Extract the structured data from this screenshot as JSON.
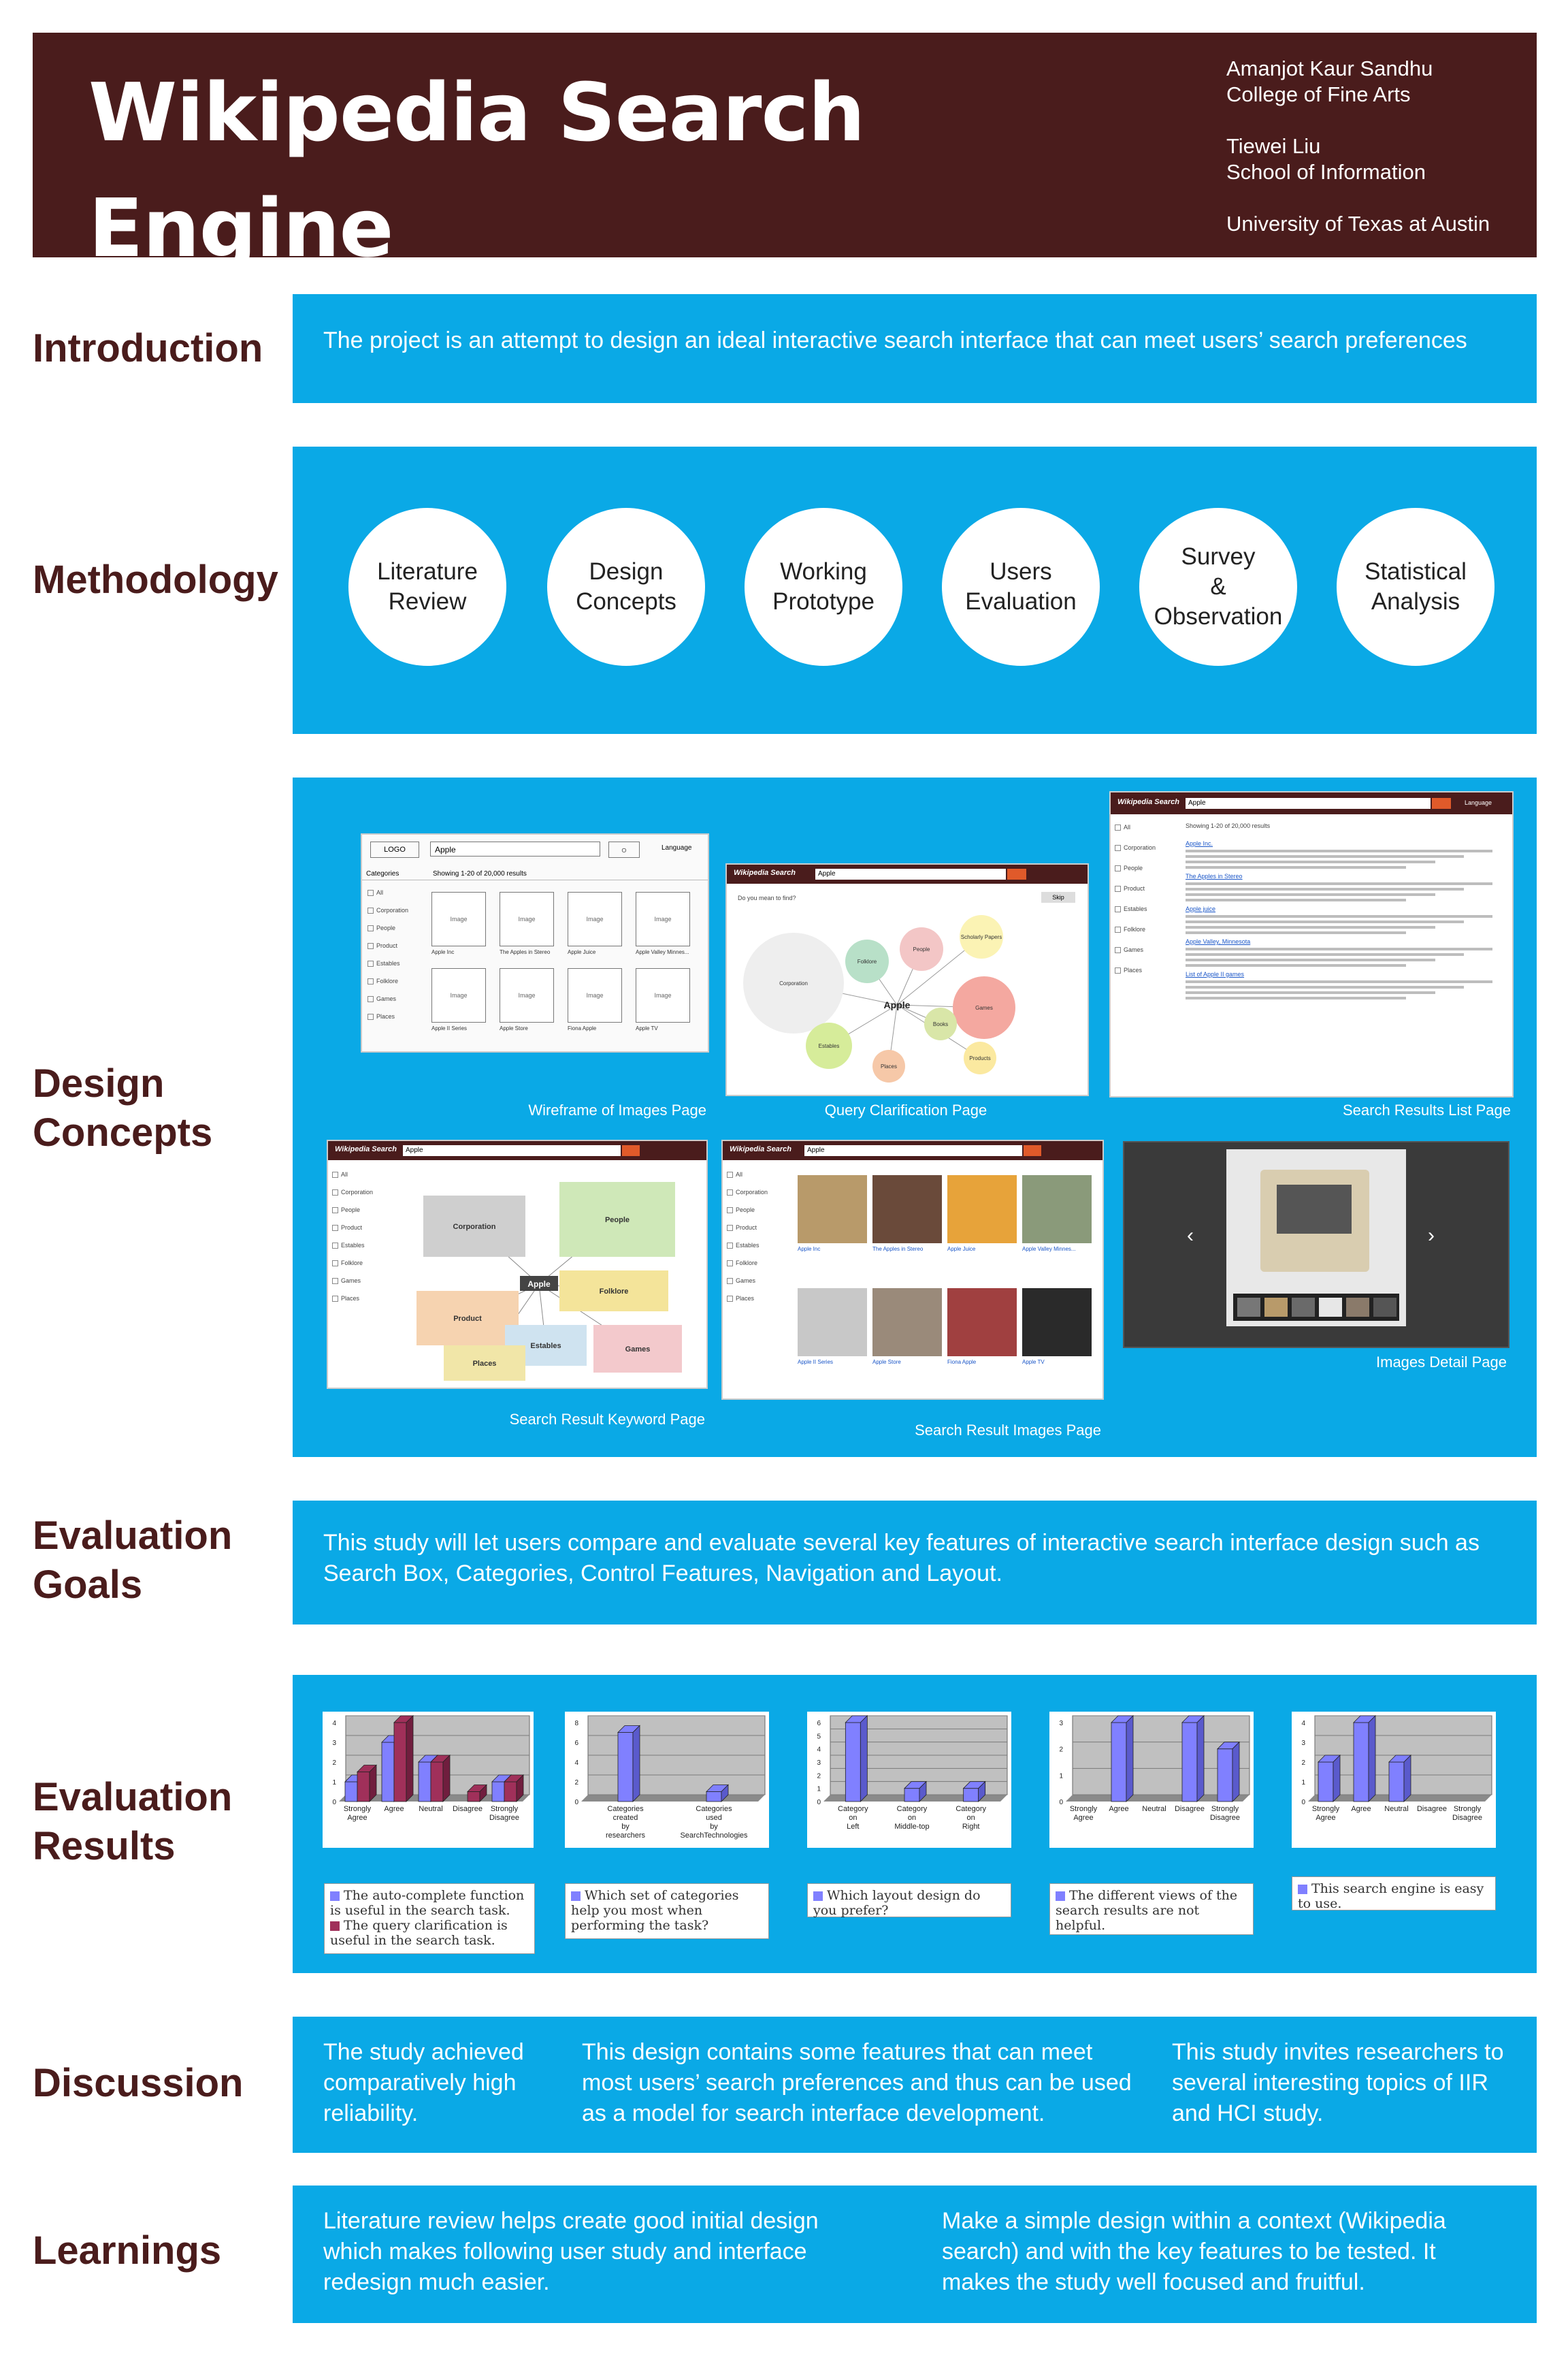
{
  "header": {
    "title": "Wikipedia Search Engine",
    "authors": [
      "Amanjot Kaur Sandhu",
      "College of Fine Arts",
      "",
      "Tiewei Liu",
      "School of Information",
      "",
      "University of  Texas at Austin"
    ]
  },
  "colors": {
    "maroon": "#4a1c1c",
    "panel_blue": "#0aa9e6",
    "bar_purple": "#8080ff",
    "bar_maroon": "#a0305a"
  },
  "introduction": {
    "label": "Introduction",
    "text": "The project is an attempt to design an ideal interactive search interface that can meet users’ search preferences"
  },
  "methodology": {
    "label": "Methodology",
    "steps": [
      "Literature\nReview",
      "Design\nConcepts",
      "Working\nPrototype",
      "Users\nEvaluation",
      "Survey\n&\nObservation",
      "Statistical\nAnalysis"
    ]
  },
  "design_concepts": {
    "label": "Design\nConcepts",
    "captions": [
      "Wireframe of Images Page",
      "Query Clarification Page",
      "Search Results List Page",
      "Search Result Keyword Page",
      "Search Result Images Page",
      "Images Detail Page"
    ],
    "mock": {
      "brand": "Wikipedia Search",
      "query": "Apple",
      "logo": "LOGO",
      "language": "Language",
      "categories_title": "Categories",
      "categories": [
        "All",
        "Corporation",
        "People",
        "Product",
        "Estables",
        "Folklore",
        "Games",
        "Places"
      ],
      "showing": "Showing 1-20 of 20,000 results",
      "bubbles": [
        "Corporation",
        "Folklore",
        "People",
        "Scholarly Papers",
        "Games",
        "Books",
        "Products",
        "Places",
        "Estables"
      ],
      "images": [
        "Image",
        "Image",
        "Image",
        "Image",
        "Image",
        "Image",
        "Image",
        "Image"
      ],
      "image_titles": [
        "Apple Inc",
        "The Apples in Stereo",
        "Apple Juice",
        "Apple Valley Minnes...",
        "Apple II Series",
        "Apple Store",
        "Fiona Apple",
        "Apple TV"
      ],
      "results": [
        "Apple Inc.",
        "The Apples in Stereo",
        "Apple juice",
        "Apple Valley, Minnesota",
        "List of Apple II games"
      ],
      "nav": [
        "‹",
        "›"
      ],
      "clarify_prompt": "Do you mean to find?",
      "skip": "Skip",
      "keyword_center": "Apple",
      "keyword_groups": [
        "Corporation",
        "People",
        "Product",
        "Folklore",
        "Estables",
        "Places",
        "Games"
      ]
    }
  },
  "evaluation_goals": {
    "label": "Evaluation\nGoals",
    "text": "This study will let users compare and evaluate several key features of interactive search interface design such as Search Box, Categories, Control Features, Navigation and Layout."
  },
  "evaluation_results": {
    "label": "Evaluation\nResults",
    "legends": [
      [
        "The auto-complete function is useful in the search task.",
        "The query clarification is useful in the search task."
      ],
      [
        "Which set of categories help you most when performing the task?"
      ],
      [
        "Which layout design do you prefer?"
      ],
      [
        "The different views of the search results are not helpful."
      ],
      [
        "This search engine is easy to use."
      ]
    ]
  },
  "chart_data": [
    {
      "type": "bar",
      "categories": [
        "Strongly Agree",
        "Agree",
        "Neutral",
        "Disagree",
        "Strongly Disagree"
      ],
      "ylim": [
        0,
        4
      ],
      "yticks": [
        "0",
        "1",
        "2",
        "3",
        "4"
      ],
      "series": [
        {
          "name": "The auto-complete function is useful in the search task.",
          "values": [
            1,
            3,
            2,
            0,
            1
          ]
        },
        {
          "name": "The query clarification is useful in the search task.",
          "values": [
            1.5,
            4,
            2,
            0.5,
            1
          ]
        }
      ]
    },
    {
      "type": "bar",
      "categories": [
        "Categories created by researchers",
        "Categories used by SearchTechnologies"
      ],
      "ylim": [
        0,
        8
      ],
      "yticks": [
        "0",
        "2",
        "4",
        "6",
        "8"
      ],
      "series": [
        {
          "name": "Which set of categories help you most when performing the task?",
          "values": [
            7,
            1
          ]
        }
      ]
    },
    {
      "type": "bar",
      "categories": [
        "Category on Left",
        "Category on Middle-top",
        "Category on Right"
      ],
      "ylim": [
        0,
        6
      ],
      "yticks": [
        "0",
        "1",
        "2",
        "3",
        "4",
        "5",
        "6"
      ],
      "series": [
        {
          "name": "Which layout design do you prefer?",
          "values": [
            6,
            1,
            1
          ]
        }
      ]
    },
    {
      "type": "bar",
      "categories": [
        "Strongly Agree",
        "Agree",
        "Neutral",
        "Disagree",
        "Strongly Disagree"
      ],
      "ylim": [
        0,
        3
      ],
      "yticks": [
        "0",
        "1",
        "2",
        "3"
      ],
      "series": [
        {
          "name": "The different views of the search results are not helpful.",
          "values": [
            0,
            3,
            0,
            3,
            2
          ]
        }
      ]
    },
    {
      "type": "bar",
      "categories": [
        "Strongly Agree",
        "Agree",
        "Neutral",
        "Disagree",
        "Strongly Disagree"
      ],
      "ylim": [
        0,
        4
      ],
      "yticks": [
        "0",
        "1",
        "2",
        "3",
        "4"
      ],
      "series": [
        {
          "name": "This search engine is easy to use.",
          "values": [
            2,
            4,
            2,
            0,
            0
          ]
        }
      ]
    }
  ],
  "discussion": {
    "label": "Discussion",
    "columns": [
      "The study achieved comparatively high reliability.",
      "This design contains some features that can meet most users’ search preferences and thus can be used as a model for search interface development.",
      "This study invites researchers to several interesting topics of IIR and HCI study."
    ]
  },
  "learnings": {
    "label": "Learnings",
    "columns": [
      "Literature review helps create good initial design which makes following user study and interface redesign much easier.",
      "Make a simple design within a context (Wikipedia search) and with the key features to be tested. It makes the study well focused and fruitful."
    ]
  }
}
